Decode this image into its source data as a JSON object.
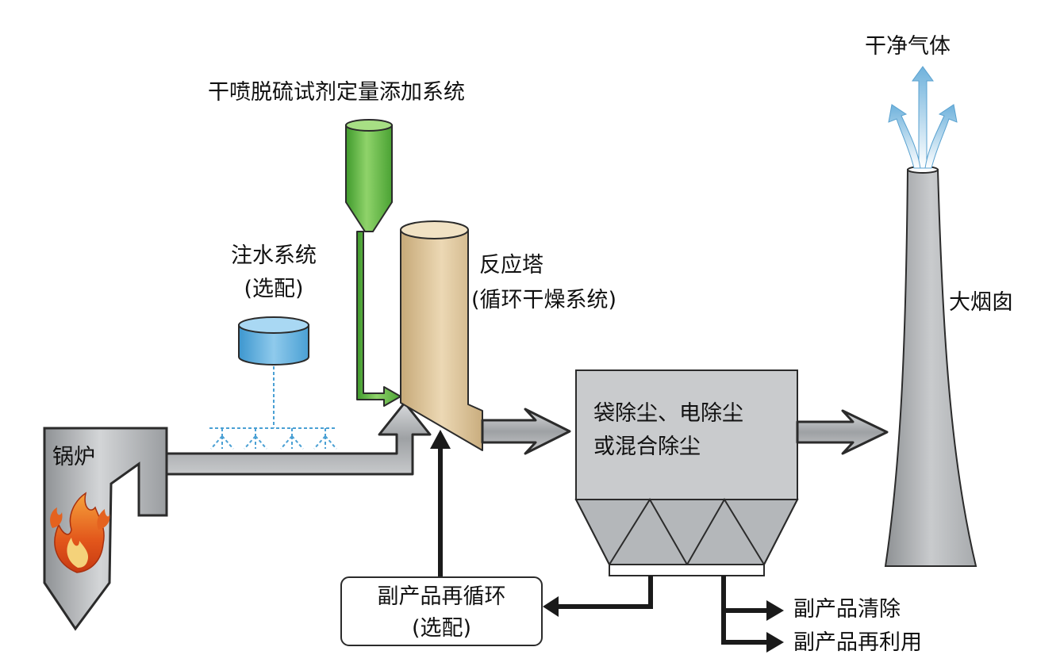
{
  "labels": {
    "dry_sorbent": "干喷脱硫试剂定量添加系统",
    "water_line1": "注水系统",
    "water_line2": "(选配)",
    "reactor_line1": "反应塔",
    "reactor_line2": "(循环干燥系统)",
    "boiler": "锅炉",
    "collector_line1": "袋除尘、电除尘",
    "collector_line2": "或混合除尘",
    "recycle_line1": "副产品再循环",
    "recycle_line2": "(选配)",
    "byproduct_removal": "副产品清除",
    "byproduct_reuse": "副产品再利用",
    "chimney": "大烟囱",
    "clean_gas": "干净气体"
  },
  "colors": {
    "gray_fill": "#b9bcbe",
    "gray_stroke": "#333333",
    "reactor_fill": "#dcc59c",
    "hopper_green": "#5fb43f",
    "tank_blue": "#5aaedc",
    "flame_orange": "#e0581c",
    "gas_blue": "#7ab8de"
  }
}
